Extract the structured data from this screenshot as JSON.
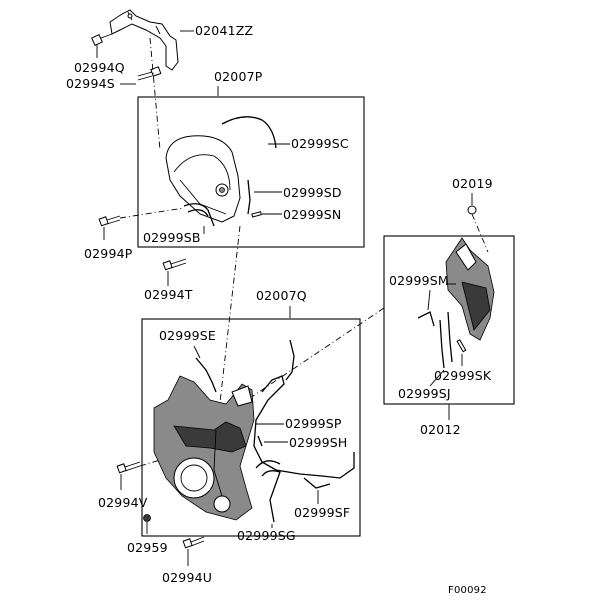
{
  "labels": {
    "bracket_top": "02041ZZ",
    "bolt_q": "02994Q",
    "bolt_s": "02994S",
    "upper_cover": "02007P",
    "gasket_sc": "02999SC",
    "gasket_sd": "02999SD",
    "gasket_sn": "02999SN",
    "gasket_sb": "02999SB",
    "bolt_p": "02994P",
    "bolt_t": "02994T",
    "plug": "02019",
    "gasket_sm": "02999SM",
    "gasket_sk": "02999SK",
    "gasket_sj": "02999SJ",
    "side_cover": "02012",
    "lower_cover": "02007Q",
    "gasket_se": "02999SE",
    "gasket_sp": "02999SP",
    "gasket_sh": "02999SH",
    "gasket_sf": "02999SF",
    "gasket_sg": "02999SG",
    "bolt_v": "02994V",
    "nut": "02959",
    "bolt_u": "02994U",
    "figure_code": "F00092"
  }
}
